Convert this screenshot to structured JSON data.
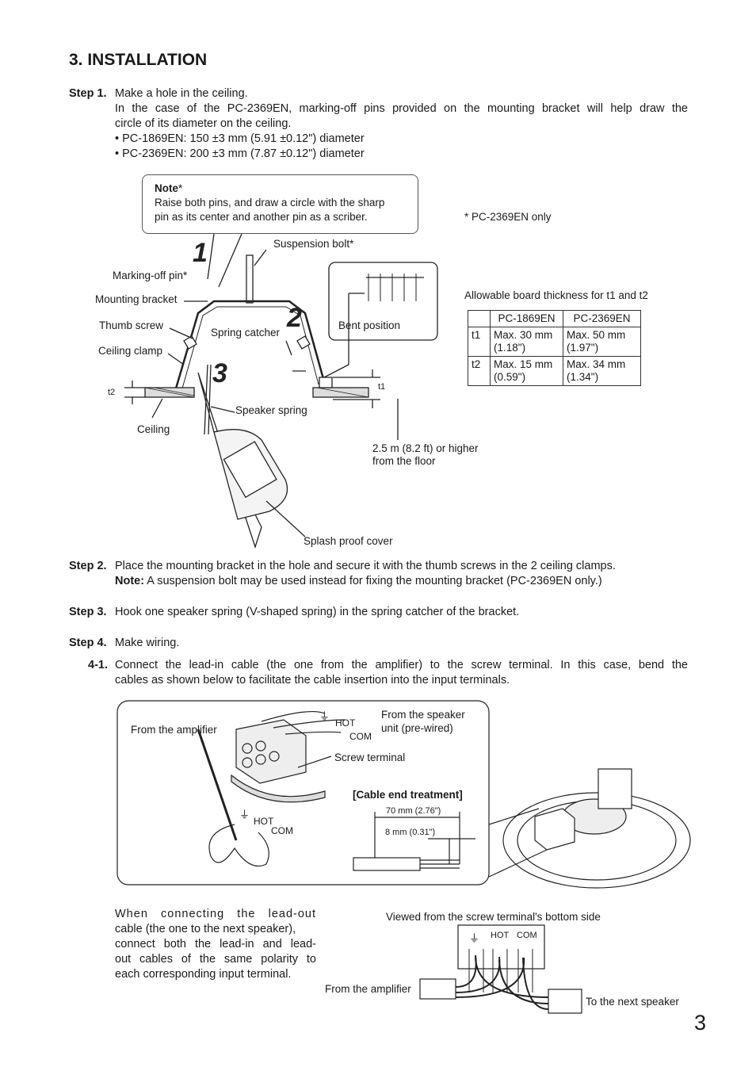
{
  "title": "3. INSTALLATION",
  "step1": {
    "label": "Step 1.",
    "line1": "Make a hole in the ceiling.",
    "line2": "In the case of the PC-2369EN, marking-off pins provided on the mounting bracket will help draw the",
    "line3": "circle of its diameter on the ceiling.",
    "bullet1": "• PC-1869EN: 150 ±3 mm (5.91 ±0.12\") diameter",
    "bullet2": "• PC-2369EN: 200 ±3 mm (7.87 ±0.12\") diameter"
  },
  "fig1": {
    "note_title": "Note",
    "note_star": "*",
    "note_line1": "Raise both pins, and draw a circle with the sharp",
    "note_line2": "pin as its center and another pin as a scriber.",
    "pc2369_only": "* PC-2369EN only",
    "suspension_bolt": "Suspension bolt*",
    "marking_off_pin": "Marking-off pin*",
    "mounting_bracket": "Mounting bracket",
    "thumb_screw": "Thumb screw",
    "ceiling_clamp": "Ceiling clamp",
    "spring_catcher": "Spring catcher",
    "bent_position": "Bent position",
    "speaker_spring": "Speaker spring",
    "ceiling": "Ceiling",
    "splash_proof_cover": "Splash proof cover",
    "height_line1": "2.5 m (8.2 ft) or higher",
    "height_line2": "from the floor",
    "t1": "t1",
    "t2": "t2",
    "num1": "1",
    "num2": "2",
    "num3": "3",
    "table_caption": "Allowable board thickness for t1 and t2",
    "table_head": [
      "",
      "PC-1869EN",
      "PC-2369EN"
    ],
    "table_rows": [
      [
        "t1",
        "Max. 30 mm\n(1.18\")",
        "Max. 50 mm\n(1.97\")"
      ],
      [
        "t2",
        "Max. 15 mm\n(0.59\")",
        "Max. 34 mm\n(1.34\")"
      ]
    ]
  },
  "step2": {
    "label": "Step 2.",
    "text": "Place the mounting bracket in the hole and secure it with the thumb screws in the 2 ceiling clamps.",
    "note_label": "Note:",
    "note_text": " A suspension bolt may be used instead for fixing the mounting bracket (PC-2369EN only.)"
  },
  "step3": {
    "label": "Step 3.",
    "text": "Hook one speaker spring (V-shaped spring) in the spring catcher of the bracket."
  },
  "step4": {
    "label": "Step 4.",
    "text": "Make wiring.",
    "sub_label": "4-1.",
    "sub_line1": "Connect the lead-in cable (the one from the amplifier) to the screw terminal. In this case, bend the",
    "sub_line2": "cables as shown below to facilitate the cable insertion into the input terminals."
  },
  "fig2": {
    "from_amplifier": "From the amplifier",
    "hot": "HOT",
    "com": "COM",
    "from_speaker_1": "From the speaker",
    "from_speaker_2": "unit (pre-wired)",
    "screw_terminal": "Screw terminal",
    "cable_end": "[Cable end treatment]",
    "dim_70": "70 mm (2.76\")",
    "dim_8": "8 mm (0.31\")"
  },
  "bottom": {
    "para_line1": "When connecting the lead-out",
    "para_line2": "cable (the one to the next speaker),",
    "para_line3": "connect both the lead-in and lead-",
    "para_line4": "out cables of the same polarity to",
    "para_line5": "each corresponding input terminal.",
    "viewed_from": "Viewed from the screw terminal's bottom side",
    "hot": "HOT",
    "com": "COM",
    "from_amplifier": "From the amplifier",
    "to_next": "To the next speaker"
  },
  "page_number": "3"
}
